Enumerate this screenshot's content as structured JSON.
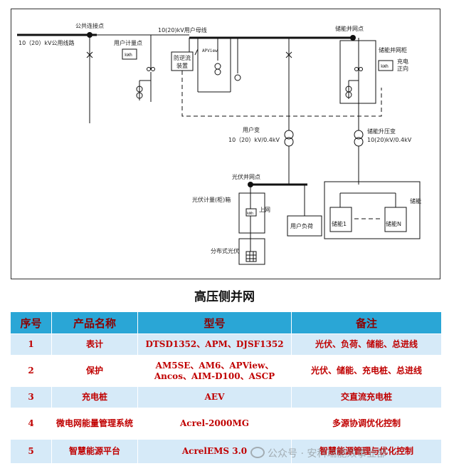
{
  "diagram": {
    "public_connection_point": "公共连接点",
    "public_line": "10（20）kV公用线路",
    "user_metering_point": "用户计量点",
    "kwh": "kWh",
    "user_busbar": "10(20)kV用户母线",
    "anti_backflow": [
      "防逆流",
      "装置"
    ],
    "storage_grid_point": "储能并网点",
    "storage_cabinet": "储能并网柜",
    "charge_positive": [
      "充电",
      "正向"
    ],
    "user_transformer": [
      "用户变",
      "10（20）kV/0.4kV"
    ],
    "storage_transformer": [
      "储能升压变",
      "10(20)kV/0.4kV"
    ],
    "pv_grid_point": "光伏并网点",
    "pv_meter_cabinet": "光伏计量(柜)箱",
    "kwh_small": "kWh",
    "upload": "上网",
    "user_load": "用户负荷",
    "distributed_pv": "分布式光伏",
    "storage_label": "储能",
    "storage_1": "储能1",
    "storage_n": "储能N"
  },
  "caption": "高压侧并网",
  "table": {
    "headers": [
      "序号",
      "产品名称",
      "型号",
      "备注"
    ],
    "rows": [
      {
        "no": "1",
        "name": "表计",
        "model": "DTSD1352、APM、DJSF1352",
        "note": "光伏、负荷、储能、总进线"
      },
      {
        "no": "2",
        "name": "保护",
        "model": "AM5SE、AM6、APView、Ancos、AIM-D100、ASCP",
        "note": "光伏、储能、充电桩、总进线"
      },
      {
        "no": "3",
        "name": "充电桩",
        "model": "AEV",
        "note": "交直流充电桩"
      },
      {
        "no": "4",
        "name": "微电网能量管理系统",
        "model": "Acrel-2000MG",
        "note": "多源协调优化控制"
      },
      {
        "no": "5",
        "name": "智慧能源平台",
        "model": "AcrelEMS 3.0",
        "note": "智慧能源管理与优化控制"
      }
    ]
  },
  "watermark": "公众号 · 安科瑞能效事业部",
  "colors": {
    "header_bg": "#2aa6d6",
    "header_text": "#8b0000",
    "cell_text": "#c00000",
    "row_alt": "#d6eaf8"
  }
}
